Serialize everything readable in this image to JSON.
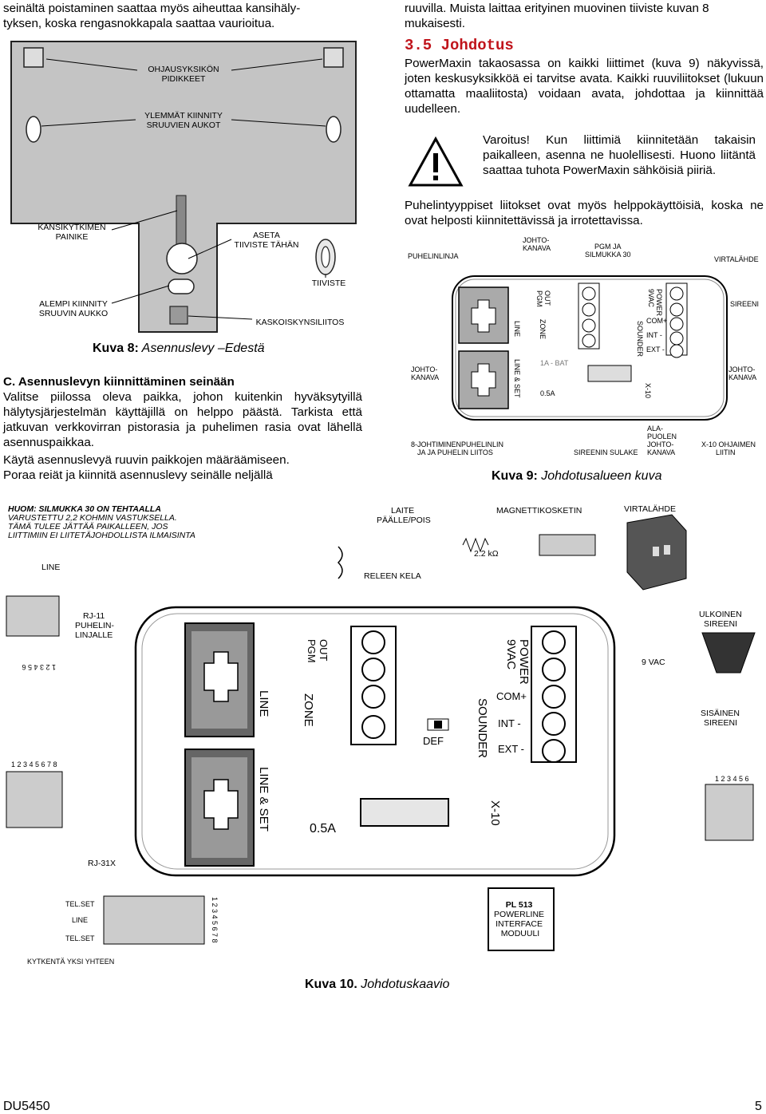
{
  "left_top": {
    "line1": "seinältä poistaminen saattaa myös aiheuttaa kansihäly-",
    "line2": "tyksen, koska rengasnokkapala saattaa vaurioitua."
  },
  "fig8": {
    "label_ohjaus": [
      "OHJAUSYKSIKÖN",
      "PIDIKKEET"
    ],
    "label_ylemmat": [
      "YLEMMÄT KIINNITY",
      "SRUUVIEN AUKOT"
    ],
    "label_kansi": [
      "KANSIKYTKIMEN",
      "PAINIKE"
    ],
    "label_aseta": [
      "ASETA",
      "TIIVISTE TÄHÄN"
    ],
    "label_tiiviste": "TIIVISTE",
    "label_alempi": [
      "ALEMPI KIINNITY",
      "SRUUVIN AUKKO"
    ],
    "label_kaskois": "KASKOISKYNSILIITOS",
    "caption_prefix": "Kuva 8:",
    "caption_text": " Asennuslevy –",
    "caption_tail": "Edestä"
  },
  "section_c": {
    "heading": "C. Asennuslevyn kiinnittäminen seinään",
    "para1": "Valitse piilossa oleva paikka, johon kuitenkin hyväksytyillä hälytysjärjestelmän käyttäjillä on helppo päästä. Tarkista että jatkuvan verkkovirran pistorasia ja puhelimen rasia ovat lähellä asennuspaikkaa.",
    "para2": "Käytä asennuslevyä ruuvin paikkojen määräämiseen.",
    "para3": "Poraa reiät ja kiinnitä asennuslevy seinälle neljällä"
  },
  "right_top": {
    "text": "ruuvilla. Muista laittaa erityinen muovinen tiiviste kuvan 8 mukaisesti.",
    "heading": "3.5 Johdotus",
    "para1": "PowerMaxin takaosassa on kaikki liittimet (kuva 9) näkyvissä, joten keskusyksikköä ei tarvitse avata. Kaikki ruuviliitokset (lukuun ottamatta maaliitosta) voidaan avata, johdottaa ja kiinnittää uudelleen.",
    "warning": "Varoitus! Kun liittimiä kiinnitetään takaisin paikalleen, asenna ne huolellisesti. Huono liitäntä saattaa tuhota PowerMaxin sähköisiä piiriä.",
    "para2": "Puhelintyyppiset liitokset ovat myös helppokäyttöisiä, koska ne ovat helposti kiinnitettävissä ja irrotettavissa."
  },
  "fig9": {
    "puhelinlinja": "PUHELINLINJA",
    "johto_top": [
      "JOHTO-",
      "KANAVA"
    ],
    "pgm": [
      "PGM JA",
      "SILMUKKA 30"
    ],
    "virtalahde": "VIRTALÄHDE",
    "sireeni": "SIREENI",
    "johto_left": [
      "JOHTO-",
      "KANAVA"
    ],
    "johto_right": [
      "JOHTO-",
      "KANAVA"
    ],
    "line": "LINE",
    "line_set": "LINE & SET",
    "zone": "ZONE",
    "pgm_out": [
      "PGM",
      "OUT"
    ],
    "vac": [
      "9VAC",
      "POWER"
    ],
    "sounder": "SOUNDER",
    "com": "COM+",
    "int": "INT -",
    "ext": "EXT -",
    "bat": "1A - BAT",
    "fuse": "0.5A",
    "x10": "X-10",
    "bottom1": [
      "8-JOHTIMINENPUHELINLIN",
      "JA JA PUHELIN LIITOS"
    ],
    "bottom2": "SIREENIN SULAKE",
    "bottom3": [
      "ALA-",
      "PUOLEN",
      "JOHTO-",
      "KANAVA"
    ],
    "bottom4": [
      "X-10 OHJAIMEN",
      "LIITIN"
    ],
    "caption_prefix": "Kuva 9:",
    "caption_text": " Johdotusalueen kuva"
  },
  "fig10": {
    "huom": [
      "HUOM: SILMUKKA 30 ON TEHTAALLA",
      "VARUSTETTU 2,2 KOHMIN VASTUKSELLA.",
      "TÄMÄ TULEE JÄTTÄÄ PAIKALLEEN, JOS",
      "LIITTIMIIN EI LIITETÄJOHDOLLISTA ILMAISINTA"
    ],
    "laite": [
      "LAITE",
      "PÄÄLLE/POIS"
    ],
    "magneetti": "MAGNETTIKOSKETIN",
    "virtalahde": "VIRTALÄHDE",
    "resistor": "2.2 kΩ",
    "releen": "RELEEN KELA",
    "line": "LINE",
    "rj11": [
      "RJ-11",
      "PUHELIN-",
      "LINJALLE"
    ],
    "pins6": "1 2 3 4 5 6",
    "pins8": "1 2 3 4 5 6 7 8",
    "rj31": "RJ-31X",
    "telset1": "TEL.SET",
    "line2": "LINE",
    "telset2": "TEL.SET",
    "kytkenta": "KYTKENTÄ YKSI YHTEEN",
    "pgm": [
      "PGM",
      "OUT"
    ],
    "zone": "ZONE",
    "line_v": "LINE",
    "line_set_v": "LINE & SET",
    "fuse": "0.5A",
    "def": "DEF",
    "vac": [
      "9VAC",
      "POWER"
    ],
    "sounder": "SOUNDER",
    "com": "COM+",
    "int": "INT -",
    "ext": "EXT -",
    "x10": "X-10",
    "vac9": "9 VAC",
    "ulkoinen": [
      "ULKOINEN",
      "SIREENI"
    ],
    "sisainen": [
      "SISÄINEN",
      "SIREENI"
    ],
    "pl513": [
      "PL 513",
      "POWERLINE",
      "INTERFACE",
      "MODUULI"
    ],
    "caption_prefix": "Kuva 10.",
    "caption_text": " Johdotuskaavio"
  },
  "footer": {
    "left": "DU5450",
    "right": "5"
  }
}
